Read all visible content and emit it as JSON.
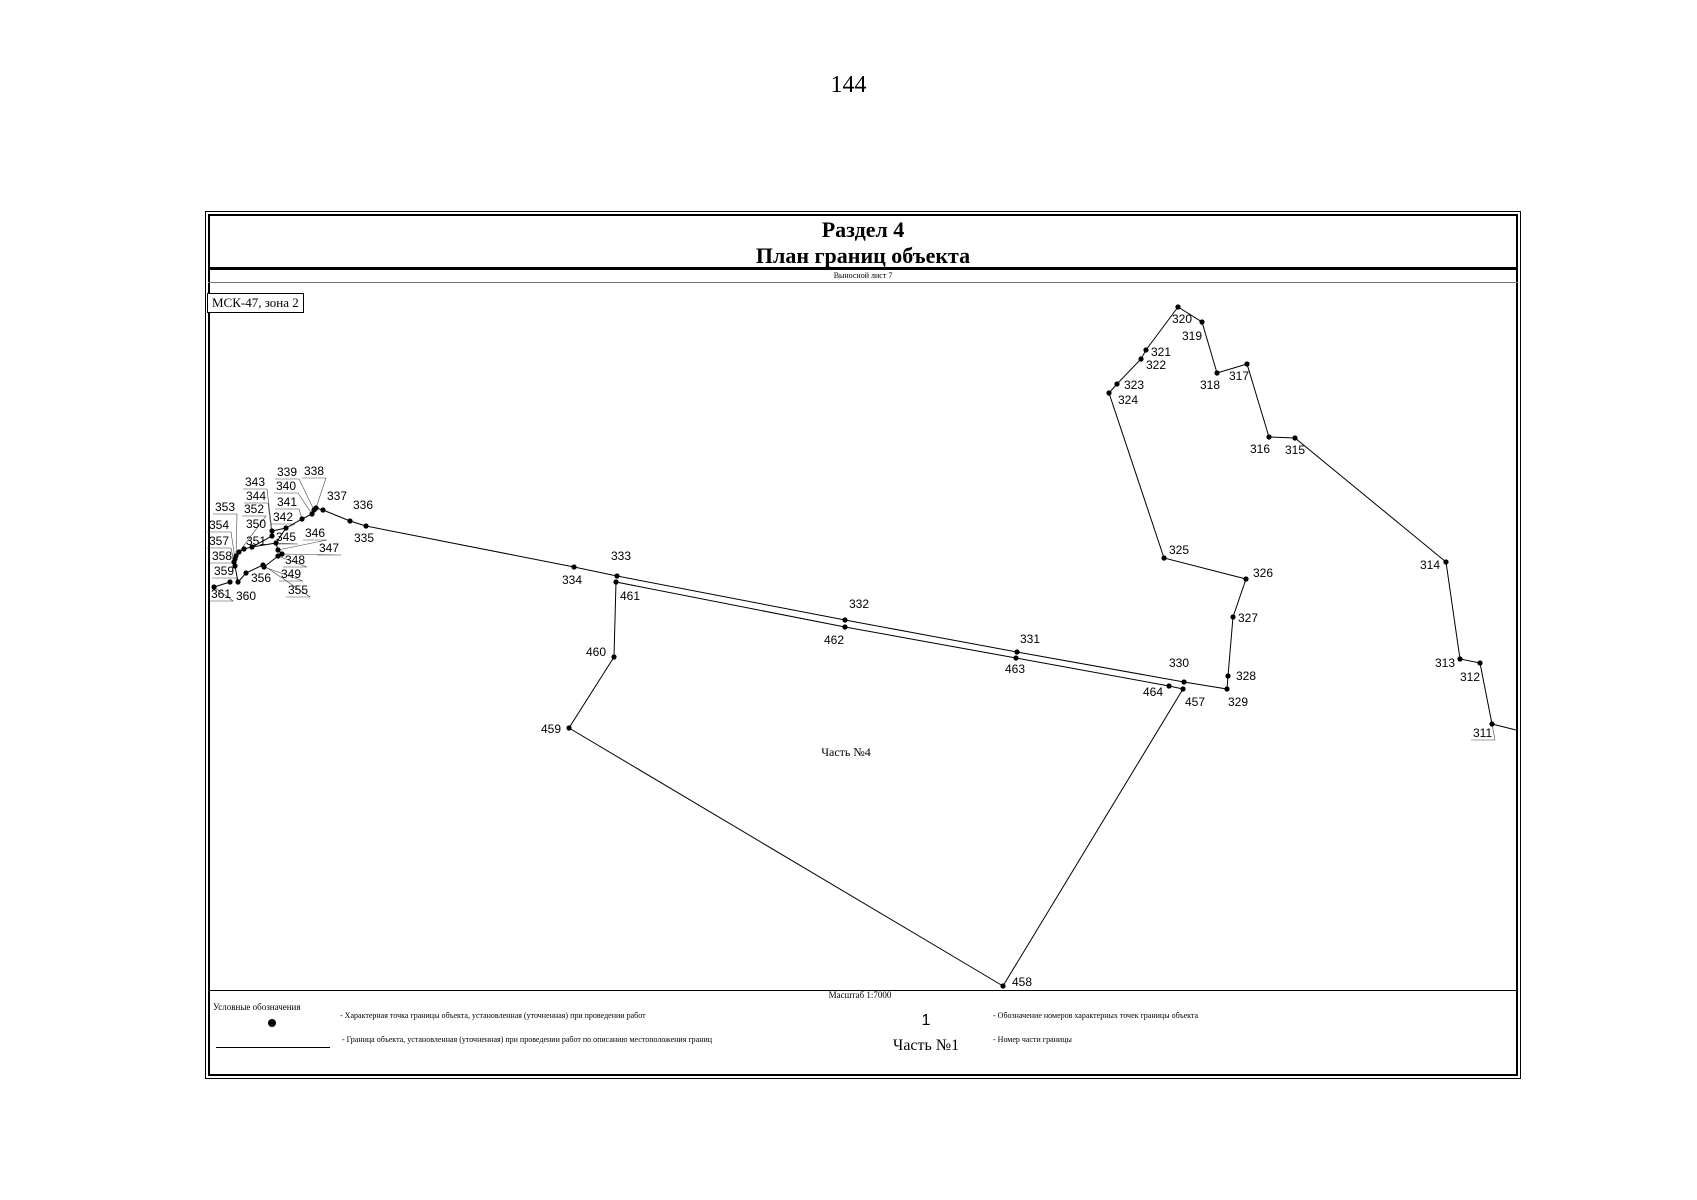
{
  "page_number": "144",
  "header": {
    "section": "Раздел 4",
    "title": "План границ объекта"
  },
  "sheet_label": "Выносной лист 7",
  "coordinate_system": "МСК-47, зона 2",
  "part_label": "Часть №4",
  "scale": "Масштаб 1:7000",
  "legend": {
    "title": "Условные обозначения",
    "point_text": "- Характерная точка границы объекта, установленная (уточненная) при проведении работ",
    "line_text": "- Граница объекта, установленная (уточненная) при проведении работ по описанию местоположения границ",
    "number_sample": "1",
    "number_text": "- Обозначение номеров характерных точек границы объекта",
    "part_sample": "Часть №1",
    "part_text": "- Номер части границы"
  },
  "map": {
    "points": [
      {
        "id": "311"
      },
      {
        "id": "312"
      },
      {
        "id": "313"
      },
      {
        "id": "314"
      },
      {
        "id": "315"
      },
      {
        "id": "316"
      },
      {
        "id": "317"
      },
      {
        "id": "318"
      },
      {
        "id": "319"
      },
      {
        "id": "320"
      },
      {
        "id": "321"
      },
      {
        "id": "322"
      },
      {
        "id": "323"
      },
      {
        "id": "324"
      },
      {
        "id": "325"
      },
      {
        "id": "326"
      },
      {
        "id": "327"
      },
      {
        "id": "328"
      },
      {
        "id": "329"
      },
      {
        "id": "330"
      },
      {
        "id": "331"
      },
      {
        "id": "332"
      },
      {
        "id": "333"
      },
      {
        "id": "334"
      },
      {
        "id": "335"
      },
      {
        "id": "336"
      },
      {
        "id": "337"
      },
      {
        "id": "338"
      },
      {
        "id": "339"
      },
      {
        "id": "340"
      },
      {
        "id": "341"
      },
      {
        "id": "342"
      },
      {
        "id": "343"
      },
      {
        "id": "344"
      },
      {
        "id": "345"
      },
      {
        "id": "346"
      },
      {
        "id": "347"
      },
      {
        "id": "348"
      },
      {
        "id": "349"
      },
      {
        "id": "350"
      },
      {
        "id": "351"
      },
      {
        "id": "352"
      },
      {
        "id": "353"
      },
      {
        "id": "354"
      },
      {
        "id": "355"
      },
      {
        "id": "356"
      },
      {
        "id": "357"
      },
      {
        "id": "358"
      },
      {
        "id": "359"
      },
      {
        "id": "360"
      },
      {
        "id": "361"
      },
      {
        "id": "457"
      },
      {
        "id": "458"
      },
      {
        "id": "459"
      },
      {
        "id": "460"
      },
      {
        "id": "461"
      },
      {
        "id": "462"
      },
      {
        "id": "463"
      },
      {
        "id": "464"
      }
    ]
  }
}
